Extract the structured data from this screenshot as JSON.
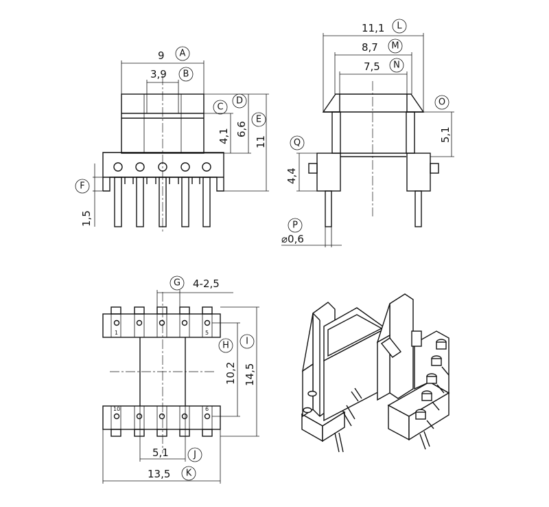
{
  "dimensions": {
    "A": "9",
    "B": "3,9",
    "C": "",
    "D": "",
    "E": "6,6",
    "E_outer": "11",
    "C_val": "4,1",
    "F": "1,5",
    "L": "11,1",
    "M": "8,7",
    "N": "7,5",
    "O": "5,1",
    "Q": "4,4",
    "P": "⌀0,6",
    "G": "4-2,5",
    "H": "10,2",
    "I": "14,5",
    "J": "5,1",
    "K": "13,5"
  },
  "labels": {
    "A": "A",
    "B": "B",
    "C": "C",
    "D": "D",
    "E": "E",
    "F": "F",
    "G": "G",
    "H": "H",
    "I": "I",
    "J": "J",
    "K": "K",
    "L": "L",
    "M": "M",
    "N": "N",
    "O": "O",
    "P": "P",
    "Q": "Q"
  },
  "pins": {
    "p1": "1",
    "p5": "5",
    "p10": "10",
    "p6": "6"
  }
}
